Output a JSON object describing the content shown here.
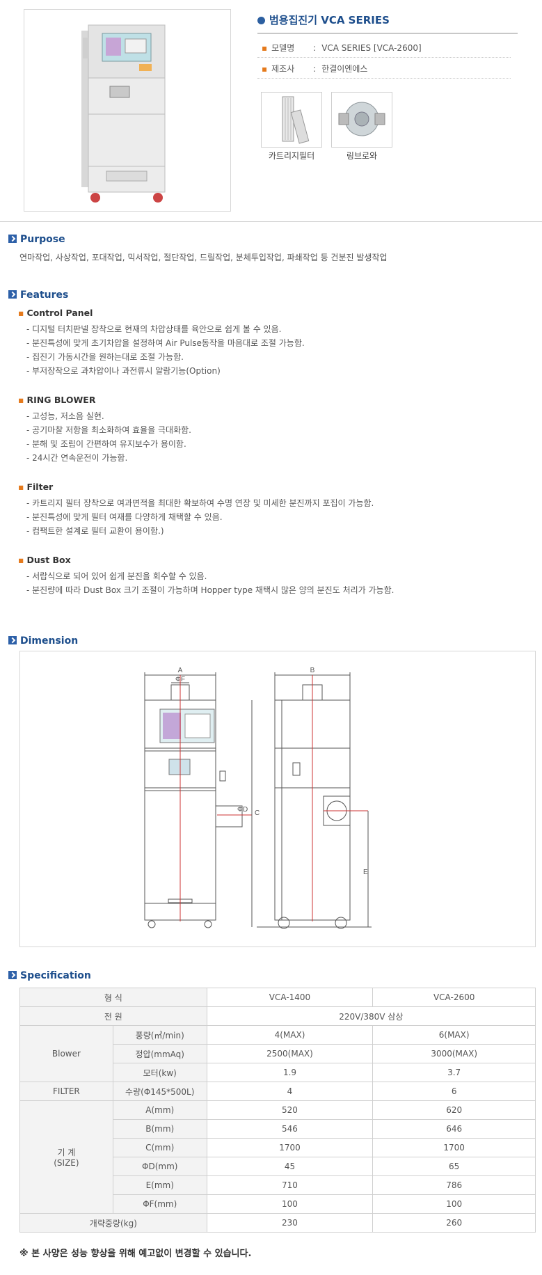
{
  "product": {
    "title": "범용집진기 VCA SERIES",
    "model_label": "모델명",
    "model_value": "VCA SERIES [VCA-2600]",
    "maker_label": "제조사",
    "maker_value": "한결이엔에스",
    "colon": ":",
    "thumb1_caption": "카트리지필터",
    "thumb2_caption": "링브로와"
  },
  "purpose": {
    "heading": "Purpose",
    "text": "연마작업, 사상작업, 포대작업, 믹서작업, 절단작업, 드릴작업, 분체투입작업, 파쇄작업 등 건분진 발생작업"
  },
  "features": {
    "heading": "Features",
    "groups": [
      {
        "title": "Control Panel",
        "items": [
          "- 디지털 터치판넬 장착으로 현재의 차압상태를 육안으로 쉽게 볼 수 있음.",
          "- 분진특성에 맞게 초기차압을 설정하여 Air Pulse동작을 마음대로 조절 가능함.",
          "- 집진기 가동시간을 원하는대로 조절 가능함.",
          "- 부저장착으로 과차압이나 과전류시 알람기능(Option)"
        ]
      },
      {
        "title": "RING BLOWER",
        "items": [
          "- 고성능, 저소음 실현.",
          "- 공기마찰 저항을 최소화하여 효율을 극대화함.",
          "- 분해 및 조립이 간편하여 유지보수가 용이함.",
          "- 24시간 연속운전이 가능함."
        ]
      },
      {
        "title": "Filter",
        "items": [
          "- 카트리지 필터 장착으로 여과면적을 최대한 확보하여 수명 연장 및 미세한 분진까지 포집이 가능함.",
          "- 분진특성에 맞게 필터 여재를 다양하게 채택할 수 있음.",
          "- 컴팩트한 설계로 필터 교환이 용이함.)"
        ]
      },
      {
        "title": "Dust Box",
        "items": [
          "- 서랍식으로 되어 있어 쉽게 분진을 회수할 수 있음.",
          "- 분진량에 따라 Dust Box 크기 조절이 가능하며 Hopper type 채택시 많은 양의 분진도 처리가 가능함."
        ]
      }
    ]
  },
  "dimension": {
    "heading": "Dimension",
    "label_a": "A",
    "label_b": "B",
    "label_c": "C",
    "label_d": "ΦD",
    "label_e": "E",
    "label_f": "ΦF"
  },
  "specification": {
    "heading": "Specification",
    "header": {
      "type": "형 식",
      "m1": "VCA-1400",
      "m2": "VCA-2600"
    },
    "power": {
      "label": "전 원",
      "value": "220V/380V 삼상"
    },
    "blower_label": "Blower",
    "blower_rows": [
      {
        "label": "풍량(㎥/min)",
        "v1": "4(MAX)",
        "v2": "6(MAX)"
      },
      {
        "label": "정압(mmAq)",
        "v1": "2500(MAX)",
        "v2": "3000(MAX)"
      },
      {
        "label": "모터(kw)",
        "v1": "1.9",
        "v2": "3.7"
      }
    ],
    "filter_label": "FILTER",
    "filter_row": {
      "label": "수량(Φ145*500L)",
      "v1": "4",
      "v2": "6"
    },
    "size_label_1": "기 계",
    "size_label_2": "(SIZE)",
    "size_rows": [
      {
        "label": "A(mm)",
        "v1": "520",
        "v2": "620"
      },
      {
        "label": "B(mm)",
        "v1": "546",
        "v2": "646"
      },
      {
        "label": "C(mm)",
        "v1": "1700",
        "v2": "1700"
      },
      {
        "label": "ΦD(mm)",
        "v1": "45",
        "v2": "65"
      },
      {
        "label": "E(mm)",
        "v1": "710",
        "v2": "786"
      },
      {
        "label": "ΦF(mm)",
        "v1": "100",
        "v2": "100"
      }
    ],
    "weight": {
      "label": "개략중량(kg)",
      "v1": "230",
      "v2": "260"
    }
  },
  "note": "※ 본 사양은 성능 향상을 위해 예고없이 변경할 수 있습니다."
}
